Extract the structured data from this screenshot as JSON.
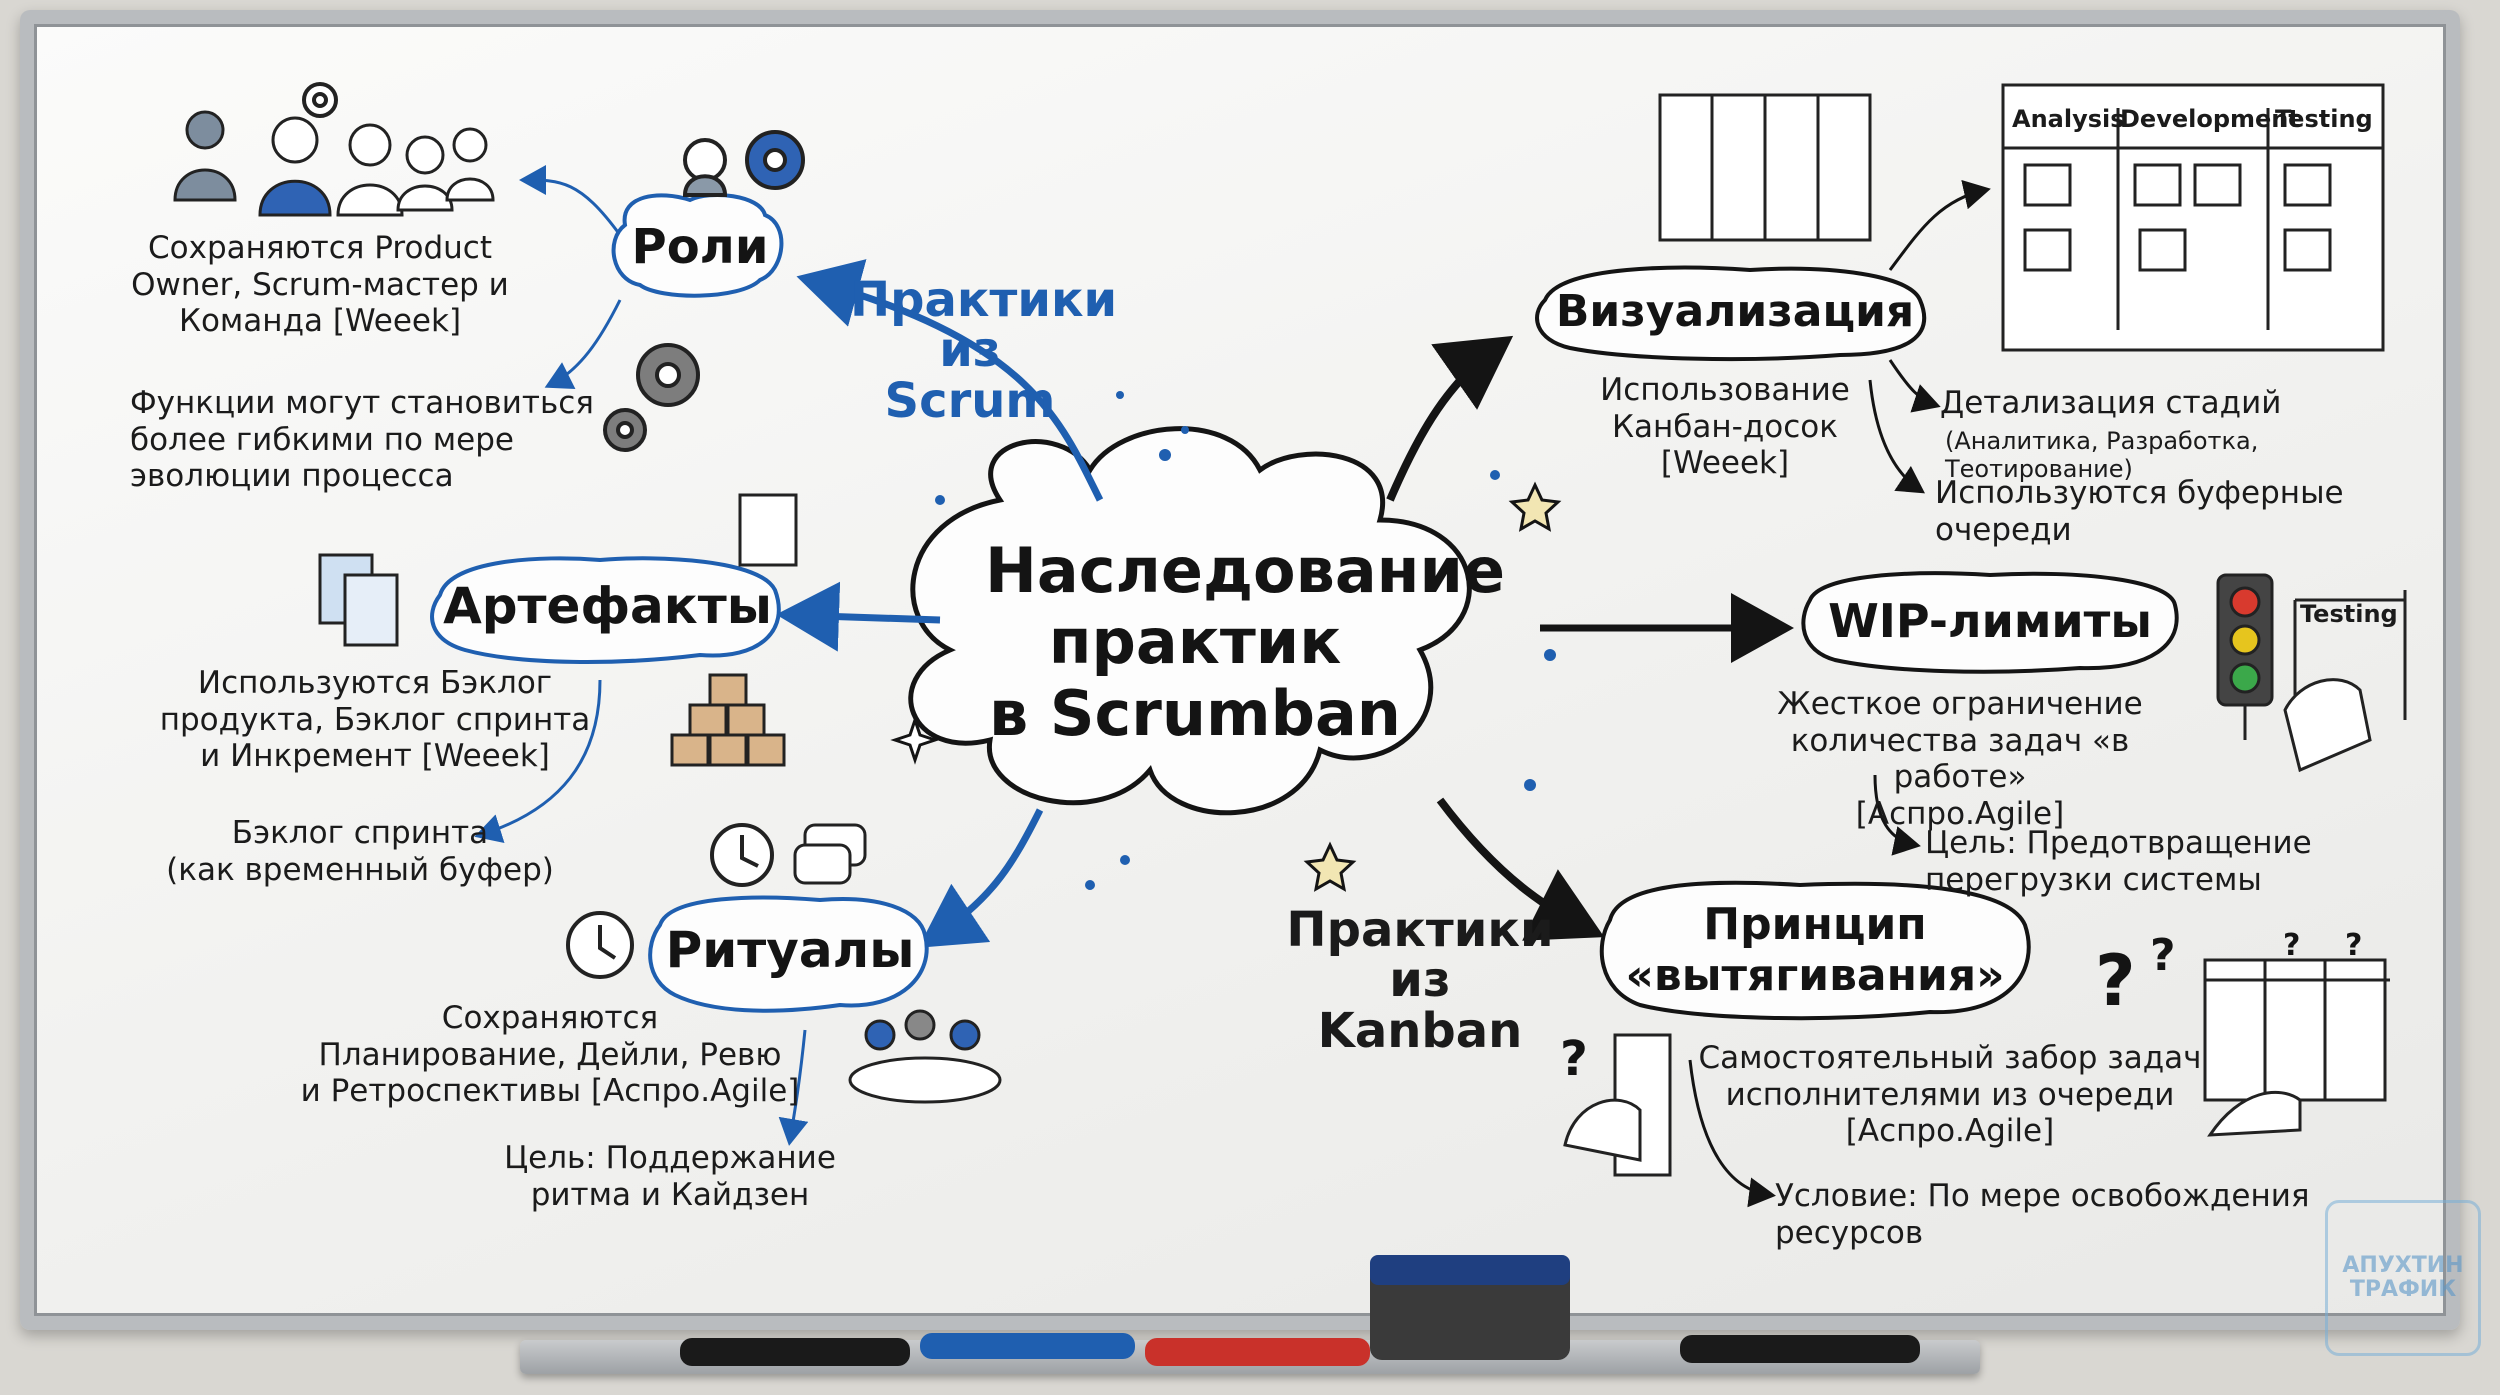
{
  "center": {
    "title": "Наследование\nпрактик\nв Scrumban"
  },
  "scrum": {
    "label": "Практики\nиз Scrum",
    "roles": {
      "title": "Роли",
      "text1": "Сохраняются Product\nOwner, Scrum-мастер и\nКоманда [Weeek]",
      "text2": "Функции могут становиться\nболее гибкими по мере\nэволюции процесса"
    },
    "artifacts": {
      "title": "Артефакты",
      "text1": "Используются Бэклог\nпродукта, Бэклог спринта\nи Инкремент [Weeek]",
      "text2": "Бэклог спринта\n(как временный буфер)"
    },
    "rituals": {
      "title": "Ритуалы",
      "text1": "Сохраняются\nПланирование, Дейли, Ревю\nи Ретроспективы [Аспро.Agile]",
      "text2": "Цель: Поддержание\nритма и Кайдзен"
    }
  },
  "kanban": {
    "label": "Практики\nиз Kanban",
    "visualization": {
      "title": "Визуализация",
      "text1": "Использование\nКанбан-досок\n[Weeek]",
      "text2": "Детализация стадий",
      "text2_sub": "(Аналитика, Разработка, Теотирование)",
      "text3": "Используются буферные\nочереди",
      "board_columns": [
        "Analysis",
        "Development",
        "Testing"
      ]
    },
    "wip": {
      "title": "WIP-лимиты",
      "text1": "Жесткое ограничение\nколичества задач «в работе»\n[Аспро.Agile]",
      "text2": "Цель: Предотвращение\nперегрузки системы",
      "column_label": "Testing"
    },
    "pull": {
      "title": "Принцип\n«вытягивания»",
      "text1": "Самостоятельный забор задач\nисполнителями из очереди\n[Аспро.Agile]",
      "text2": "Условие: По мере освобождения\nресурсов"
    }
  },
  "watermark": {
    "line1": "АПУХТИН",
    "line2": "ТРАФИК"
  },
  "colors": {
    "accent": "#1f5fb0",
    "ink": "#141414",
    "board": "#f4f4f2"
  },
  "icons": [
    "people-icon",
    "gear-icon",
    "document-icon",
    "boxes-icon",
    "clock-icon",
    "chat-icon",
    "meeting-icon",
    "kanban-board-icon",
    "traffic-light-icon",
    "hand-icon",
    "question-icon",
    "star-icon"
  ]
}
